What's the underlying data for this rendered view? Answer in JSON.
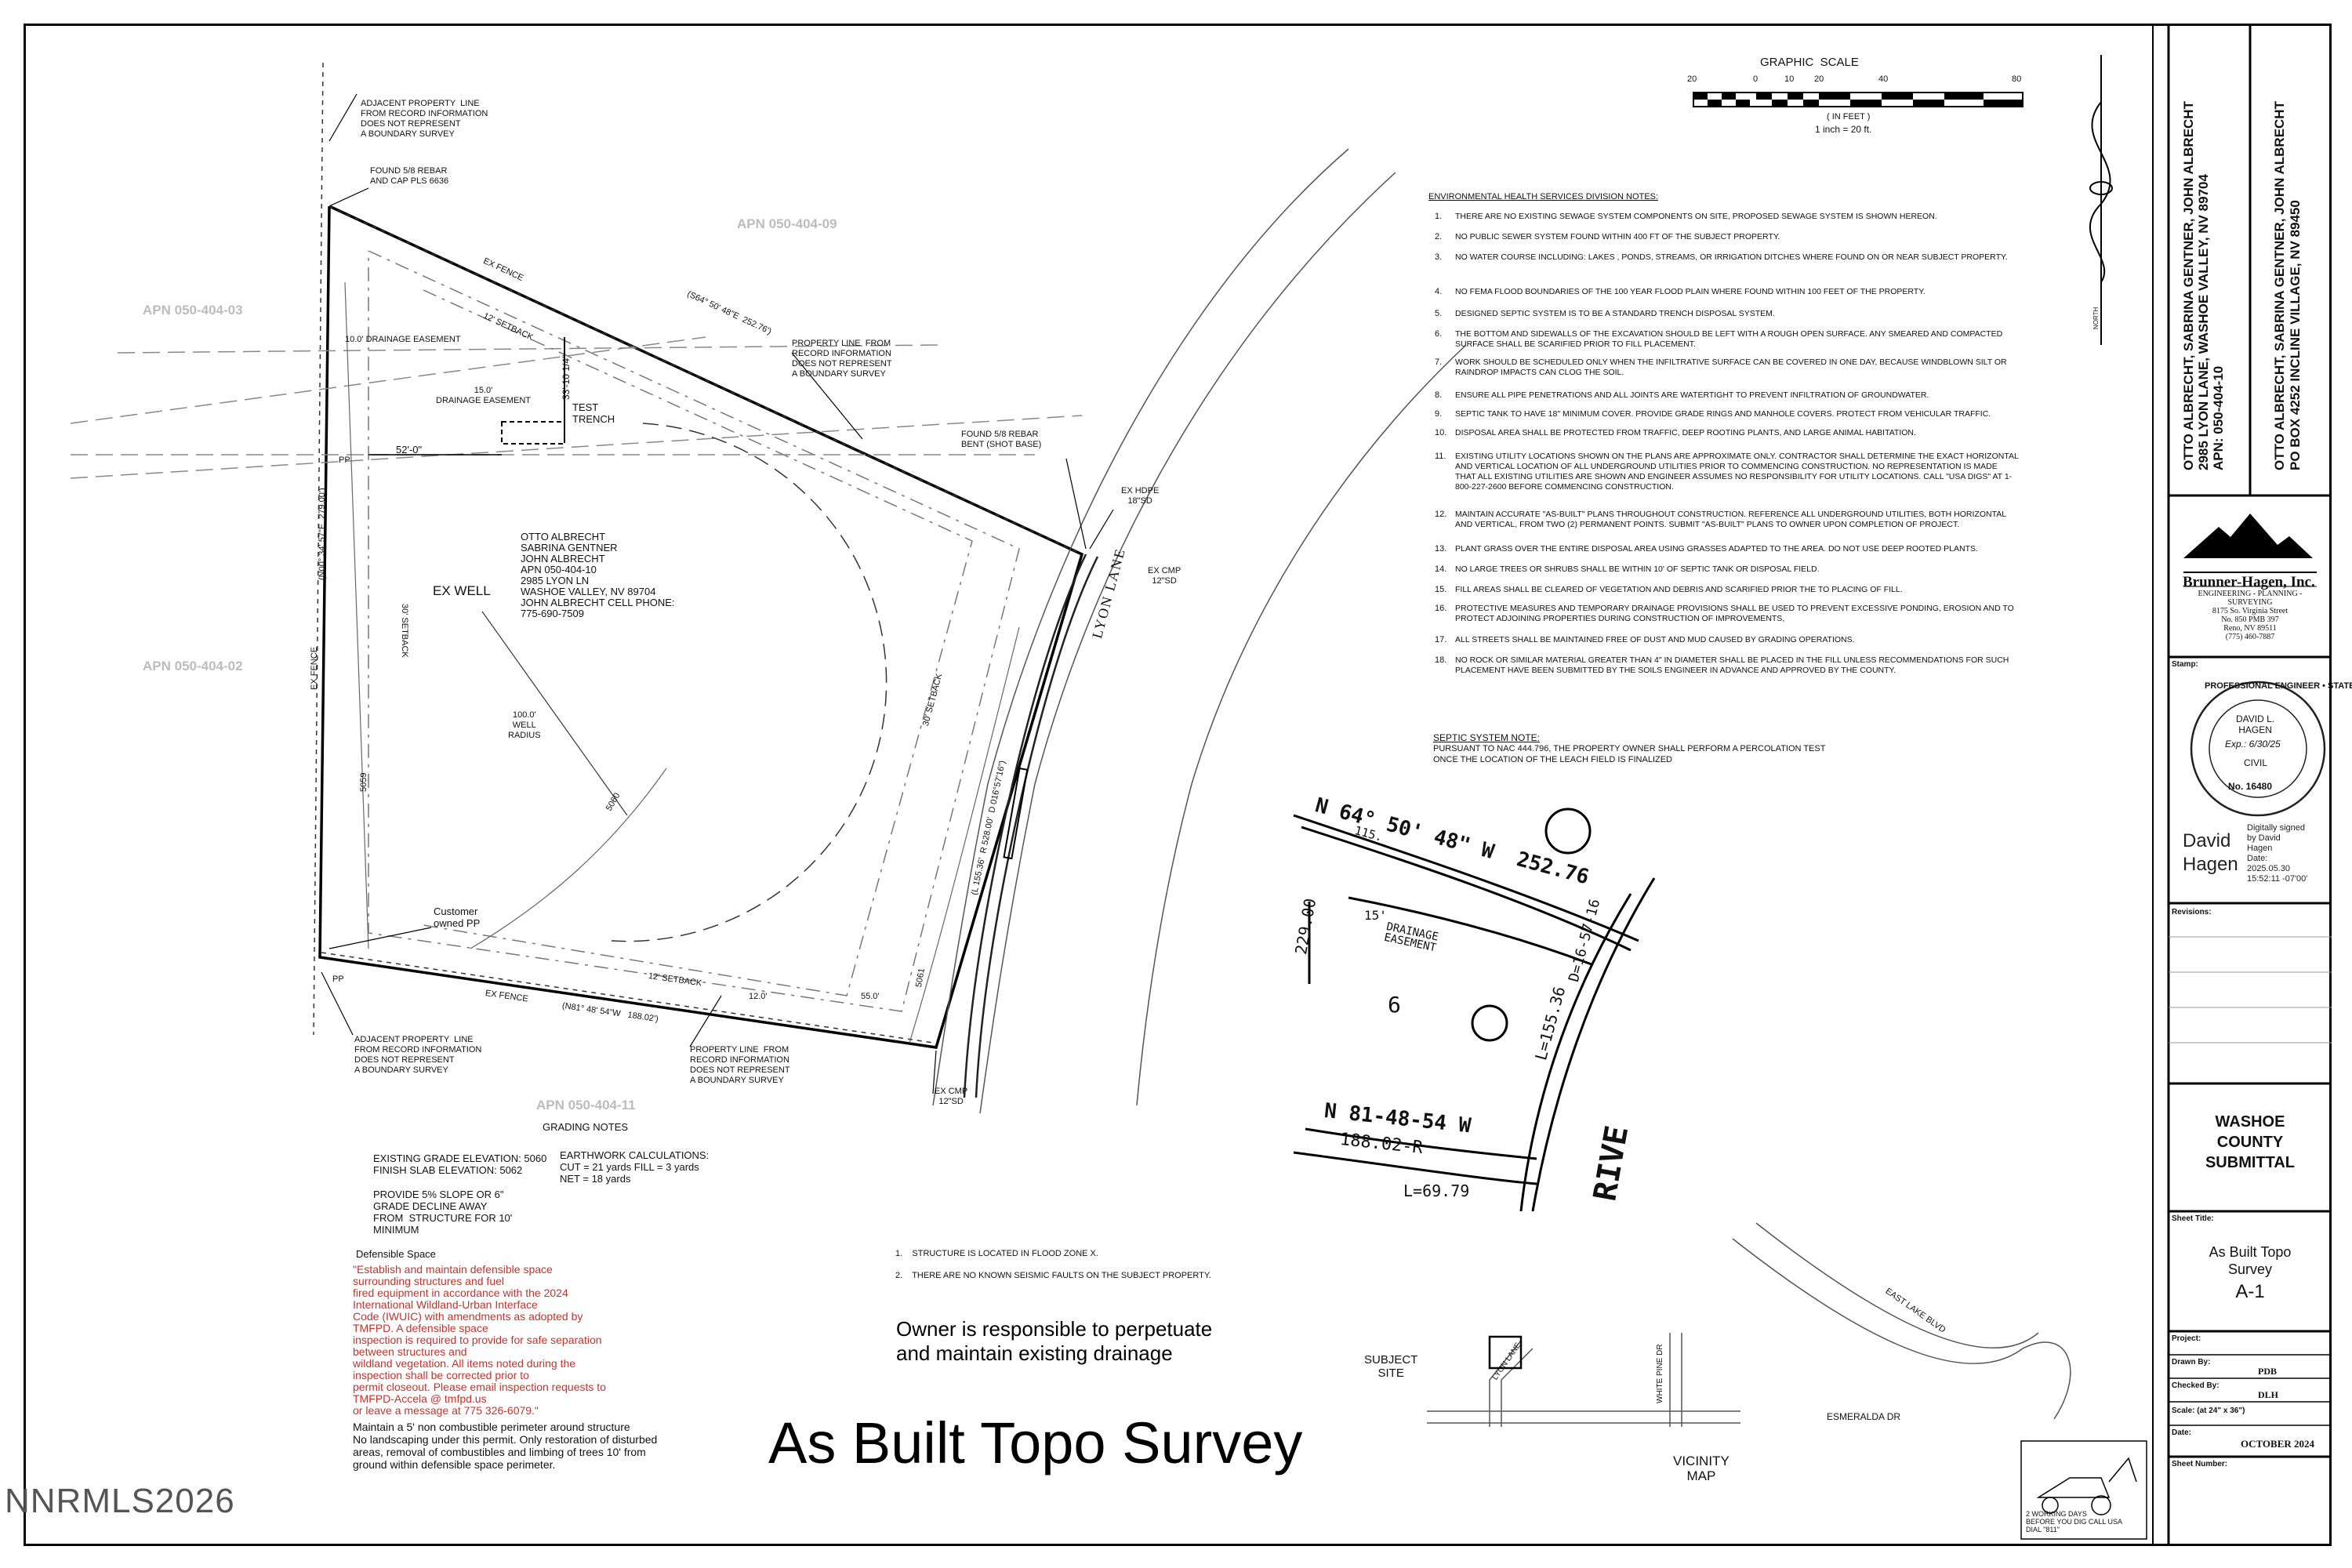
{
  "graphic_scale": {
    "title": "GRAPHIC  SCALE",
    "ticks": [
      "20",
      "0",
      "10",
      "20",
      "40",
      "80"
    ],
    "units": "( IN FEET )",
    "ratio": "1 inch = 20 ft."
  },
  "plan": {
    "adj_line_top": "ADJACENT PROPERTY  LINE\nFROM RECORD INFORMATION\nDOES NOT REPRESENT\nA BOUNDARY SURVEY",
    "found_rebar_top": "FOUND 5/8 REBAR\nAND CAP PLS 6636",
    "apn_top": "APN 050-404-09",
    "apn_left_top": "APN 050-404-03",
    "apn_left_mid": "APN 050-404-02",
    "apn_bottom": "APN 050-404-11",
    "ex_fence_top": "EX FENCE",
    "ex_fence_left": "EX FENCE",
    "ex_fence_bottom": "EX FENCE",
    "setback_top": "12' SETBACK",
    "setback_bottom": "12' SETBACK",
    "setback_left": "30' SETBACK",
    "setback_right": "30' SETBACK",
    "drainage_10": "10.0' DRAINAGE EASEMENT",
    "drainage_15": "15.0'\nDRAINAGE EASEMENT",
    "dim_33": "33'-10 1/4\"",
    "dim_52": "52'-0\"",
    "dim_12": "12.0'",
    "dim_55": "55.0'",
    "test_trench": "TEST\nTRENCH",
    "bearing_top": "(S64° 50' 48\"E  252.76')",
    "bearing_left": "(N00° 34' 57\"E  279.00')",
    "bearing_bottom": "(N81° 48' 54\"W   188.02')",
    "curve": "(L 155.36'  R 528.00'  D 016°57'16\")",
    "prop_line_right": "PROPERTY LINE  FROM\nRECORD INFORMATION\nDOES NOT REPRESENT\nA BOUNDARY SURVEY",
    "prop_line_bottom": "PROPERTY LINE  FROM\nRECORD INFORMATION\nDOES NOT REPRESENT\nA BOUNDARY SURVEY",
    "adj_line_bottom": "ADJACENT PROPERTY  LINE\nFROM RECORD INFORMATION\nDOES NOT REPRESENT\nA BOUNDARY SURVEY",
    "found_rebar_right": "FOUND 5/8 REBAR\nBENT (SHOT BASE)",
    "ex_hdpe": "EX HDPE\n18\"SD",
    "ex_cmp_right": "EX CMP\n12\"SD",
    "ex_cmp_bottom": "EX CMP\n12\"SD",
    "lyon_lane": "LYON LANE",
    "owner_block": "OTTO ALBRECHT\nSABRINA GENTNER\nJOHN ALBRECHT\nAPN 050-404-10\n2985 LYON LN\nWASHOE VALLEY, NV 89704\nJOHN ALBRECHT CELL PHONE:\n775-690-7509",
    "ex_well": "EX WELL",
    "well_radius": "100.0'\nWELL\nRADIUS",
    "contour_5060": "5060",
    "contour_5059": "5059",
    "contour_5061": "5061",
    "customer_pp": "Customer\nowned PP",
    "pp_top": "PP",
    "pp_bottom": "PP",
    "grading_notes": "GRADING NOTES"
  },
  "grading": {
    "elevations": "EXISTING GRADE ELEVATION: 5060\nFINISH SLAB ELEVATION: 5062",
    "slope": "PROVIDE 5% SLOPE OR 6\"\nGRADE DECLINE AWAY\nFROM  STRUCTURE FOR 10'\nMINIMUM",
    "earthwork": "EARTHWORK CALCULATIONS:\nCUT = 21 yards FILL = 3 yards\nNET = 18 yards",
    "defensible_title": "Defensible Space",
    "defensible_red": "\"Establish and maintain defensible space\nsurrounding structures and fuel\nfired equipment in accordance with the 2024\nInternational Wildland-Urban Interface\nCode (IWUIC) with amendments as adopted by\nTMFPD. A defensible space\ninspection is required to provide for safe separation\nbetween structures and\nwildland vegetation. All items noted during the\ninspection shall be corrected prior to\npermit closeout. Please email inspection requests to\nTMFPD-Accela @ tmfpd.us\nor leave a message at 775 326-6079.\"",
    "defensible_black": "Maintain a 5' non combustible perimeter around structure\nNo landscaping under this permit. Only restoration of disturbed\nareas, removal of combustibles and limbing of trees 10' from\nground within defensible space perimeter."
  },
  "mid_notes": [
    "1.    STRUCTURE IS LOCATED IN FLOOD ZONE X.",
    "2.    THERE ARE NO KNOWN SEISMIC FAULTS ON THE SUBJECT PROPERTY."
  ],
  "owner_note": "Owner is responsible to perpetuate\nand maintain existing drainage",
  "main_title": "As Built Topo Survey",
  "watermark": "NNRMLS2026",
  "env_notes": {
    "title": "ENVIRONMENTAL HEALTH SERVICES DIVISION NOTES:",
    "items": [
      {
        "n": "1.",
        "t": "THERE ARE NO EXISTING SEWAGE SYSTEM COMPONENTS ON SITE, PROPOSED SEWAGE SYSTEM IS SHOWN HEREON."
      },
      {
        "n": "2.",
        "t": "NO PUBLIC SEWER SYSTEM FOUND WITHIN 400  FT OF THE SUBJECT PROPERTY."
      },
      {
        "n": "3.",
        "t": "NO  WATER COURSE INCLUDING: LAKES , PONDS, STREAMS, OR IRRIGATION DITCHES WHERE FOUND ON OR NEAR SUBJECT PROPERTY."
      },
      {
        "n": "4.",
        "t": "NO FEMA FLOOD BOUNDARIES OF THE 100 YEAR FLOOD PLAIN WHERE FOUND WITHIN 100 FEET OF THE PROPERTY."
      },
      {
        "n": "5.",
        "t": "DESIGNED SEPTIC SYSTEM IS TO BE A STANDARD TRENCH DISPOSAL SYSTEM."
      },
      {
        "n": "6.",
        "t": "THE BOTTOM AND SIDEWALLS OF THE EXCAVATION SHOULD BE LEFT WITH A ROUGH OPEN SURFACE.  ANY SMEARED AND COMPACTED SURFACE SHALL BE SCARIFIED PRIOR TO FILL PLACEMENT."
      },
      {
        "n": "7.",
        "t": "WORK SHOULD BE SCHEDULED ONLY WHEN THE INFILTRATIVE SURFACE CAN BE COVERED IN ONE DAY, BECAUSE WINDBLOWN SILT OR RAINDROP IMPACTS CAN CLOG THE SOIL."
      },
      {
        "n": "8.",
        "t": "ENSURE ALL PIPE PENETRATIONS AND ALL JOINTS ARE WATERTIGHT TO PREVENT INFILTRATION OF GROUNDWATER."
      },
      {
        "n": "9.",
        "t": "SEPTIC TANK TO HAVE 18\" MINIMUM COVER.  PROVIDE GRADE RINGS AND MANHOLE COVERS. PROTECT FROM VEHICULAR TRAFFIC."
      },
      {
        "n": "10.",
        "t": "DISPOSAL AREA SHALL BE PROTECTED FROM TRAFFIC, DEEP ROOTING PLANTS, AND LARGE ANIMAL HABITATION."
      },
      {
        "n": "11.",
        "t": "EXISTING UTILITY LOCATIONS SHOWN ON THE PLANS ARE APPROXIMATE ONLY.  CONTRACTOR SHALL DETERMINE THE EXACT HORIZONTAL AND VERTICAL LOCATION OF ALL UNDERGROUND UTILITIES PRIOR TO COMMENCING CONSTRUCTION.  NO REPRESENTATION IS MADE THAT ALL EXISTING UTILITIES ARE SHOWN AND ENGINEER ASSUMES NO RESPONSIBILITY FOR UTILITY LOCATIONS.  CALL \"USA DIGS\" AT 1-800-227-2600 BEFORE COMMENCING CONSTRUCTION."
      },
      {
        "n": "12.",
        "t": "MAINTAIN ACCURATE \"AS-BUILT\" PLANS THROUGHOUT CONSTRUCTION.  REFERENCE ALL UNDERGROUND UTILITIES, BOTH HORIZONTAL AND VERTICAL, FROM TWO (2) PERMANENT POINTS. SUBMIT \"AS-BUILT\" PLANS TO OWNER UPON COMPLETION OF PROJECT."
      },
      {
        "n": "13.",
        "t": "PLANT GRASS OVER THE ENTIRE DISPOSAL AREA USING GRASSES ADAPTED TO THE AREA.  DO NOT USE DEEP ROOTED PLANTS."
      },
      {
        "n": "14.",
        "t": "NO LARGE TREES OR SHRUBS SHALL BE WITHIN 10' OF SEPTIC TANK OR DISPOSAL FIELD."
      },
      {
        "n": "15.",
        "t": "FILL AREAS SHALL BE CLEARED OF VEGETATION AND DEBRIS AND SCARIFIED PRIOR THE TO PLACING OF FILL."
      },
      {
        "n": "16.",
        "t": "PROTECTIVE MEASURES AND TEMPORARY DRAINAGE PROVISIONS SHALL BE USED TO PREVENT EXCESSIVE PONDING, EROSION AND TO PROTECT ADJOINING PROPERTIES DURING CONSTRUCTION OF IMPROVEMENTS,"
      },
      {
        "n": "17.",
        "t": "ALL STREETS SHALL BE MAINTAINED FREE OF DUST AND MUD CAUSED BY GRADING OPERATIONS."
      },
      {
        "n": "18.",
        "t": "NO ROCK OR SIMILAR MATERIAL GREATER THAN 4\" IN DIAMETER SHALL BE PLACED IN THE FILL UNLESS RECOMMENDATIONS FOR SUCH PLACEMENT HAVE BEEN SUBMITTED BY THE SOILS ENGINEER IN ADVANCE AND APPROVED BY THE COUNTY."
      }
    ]
  },
  "septic": {
    "title": "SEPTIC SYSTEM NOTE:",
    "text": "PURSUANT TO NAC 444.796, THE PROPERTY OWNER SHALL PERFORM A PERCOLATION TEST\nONCE THE LOCATION OF THE LEACH FIELD IS FINALIZED"
  },
  "inset": {
    "top_bearing": "N 64° 50' 48\" W  252.76",
    "dist_top": "115.",
    "left_num": "229.00",
    "easement": "DRAINAGE\nEASEMENT",
    "fifteen": "15'",
    "lot": "6",
    "bearing": "N 81-48-54 W",
    "dist": "188.02-R",
    "arc": "L=69.79",
    "curve": "L=155.36",
    "curve2": "D=16-57-16",
    "street": "RIVE"
  },
  "vicinity": {
    "subject_site": "SUBJECT\nSITE",
    "lyon": "LYON LANE",
    "white_pine": "WHITE PINE DR",
    "east_lake": "EAST LAKE BLVD",
    "esmeralda": "ESMERALDA DR",
    "label": "VICINITY\nMAP"
  },
  "dig": "2 WORKING DAYS\nBEFORE YOU DIG CALL USA\nDIAL \"811\"",
  "north": "NORTH",
  "title_block": {
    "owner_col1": "OTTO ALBRECHT, SABRINA GENTNER, JOHN ALBRECHT\n2985 LYON LANE, WASHOE VALLEY, NV 89704\nAPN: 050-404-10",
    "owner_col2": "OTTO ALBRECHT, SABRINA GENTNER, JOHN ALBRECHT\nPO BOX 4252 INCLINE VILLAGE, NV 89450",
    "company": "Brunner-Hagen, Inc.",
    "company_details": "ENGINEERING - PLANNING - SURVEYING\n8175 So. Virginia Street\nNo. 850 PMB 397\nReno, NV 89511\n(775) 460-7887",
    "stamp_label": "Stamp:",
    "seal_ring": "PROFESSIONAL ENGINEER • STATE OF NEVADA",
    "seal_name": "DAVID L.\nHAGEN",
    "seal_exp": "Exp.: 6/30/25",
    "seal_civil": "CIVIL",
    "seal_no": "No. 16480",
    "signature": "David\nHagen",
    "sig_detail": "Digitally signed\nby David\nHagen\nDate:\n2025.05.30\n15:52:11 -07'00'",
    "revisions_label": "Revisions:",
    "submittal": "WASHOE\nCOUNTY\nSUBMITTAL",
    "sheet_title_label": "Sheet Title:",
    "sheet_title": "As Built Topo\nSurvey",
    "sheet_id": "A-1",
    "project_label": "Project:",
    "drawn_label": "Drawn By:",
    "drawn_val": "PDB",
    "checked_label": "Checked By:",
    "checked_val": "DLH",
    "scale_label": "Scale: (at 24\" x 36\")",
    "date_label": "Date:",
    "date_val": "OCTOBER 2024",
    "sheet_number_label": "Sheet Number:"
  }
}
